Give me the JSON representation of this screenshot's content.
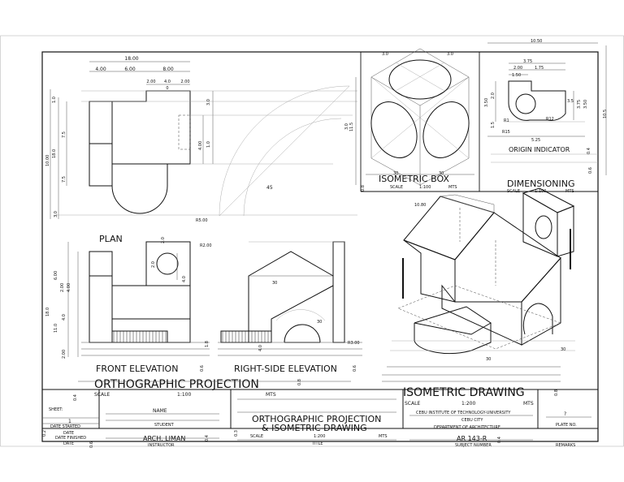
{
  "orthographic": {
    "labels": {
      "plan": "PLAN",
      "front": "FRONT ELEVATION",
      "side": "RIGHT-SIDE ELEVATION"
    },
    "title": "ORTHOGRAPHIC  PROJECTION",
    "scale_label": "SCALE",
    "scale_value": "1:100",
    "scale_unit": "MTS",
    "plan_dims": {
      "overall": "18.00",
      "w1": "4.00",
      "w2": "6.00",
      "w3": "8.00",
      "a": "2.00",
      "b": "4.0",
      "c": "2.00",
      "d": "0",
      "h1": "1.0",
      "h2": "7.5",
      "h3": "18.0",
      "h4": "7.5",
      "h5": "3.0",
      "h6": "4.00",
      "h7": "3.0",
      "h8": "1.0",
      "h9": "10.00",
      "h10": "3.0"
    },
    "radii": {
      "r5": "R5.00",
      "r2": "R2.00",
      "r3": "R3.00",
      "ang45": "45",
      "ang30a": "30",
      "ang30b": "30"
    },
    "front_dims": {
      "a": "6.00",
      "b": "2.00",
      "c": "4.00",
      "d": "18.0",
      "e": "4.0",
      "f": "11.0",
      "g": "2.00",
      "h": "2.0",
      "i": "2.0",
      "j": "4.0",
      "k": "4.0",
      "l": "1.8",
      "m": "0.6",
      "n": "0.8",
      "o": "0.6"
    }
  },
  "isometric_box": {
    "title": "ISOMETRIC BOX",
    "scale_label": "SCALE",
    "scale_value": "1:100",
    "scale_unit": "MTS",
    "dims": {
      "top_left": "3.0",
      "top_right": "3.0",
      "bot_left": "30",
      "bot_right": "30",
      "side": "11.5",
      "small": "0.8"
    }
  },
  "dimensioning": {
    "title": "DIMENSIONING",
    "subtitle": "ORIGIN INDICATOR",
    "scale_label": "SCALE",
    "scale_value": "1:100",
    "scale_unit": "MTS",
    "dims": {
      "overall": "10.50",
      "a": "3.75",
      "b": "2.00",
      "c": "1.75",
      "d": "1.50",
      "e": "3.50",
      "f": "2.0",
      "g": "1.5",
      "h": "R15",
      "i": "R1",
      "j": "5.25",
      "k": "3.75",
      "l": "3.50",
      "m": "3.5",
      "n": "10.5",
      "o": "0.4",
      "p": "0.6",
      "q": "R12"
    }
  },
  "isometric_drawing": {
    "title": "ISOMETRIC DRAWING",
    "scale_label": "SCALE",
    "scale_value": "1:200",
    "scale_unit": "MTS",
    "dims": {
      "a": "10.80",
      "b": "30",
      "c": "30"
    }
  },
  "title_block": {
    "sheet_label": "SHEET:",
    "sheet_value": "1",
    "sheet_of": "",
    "date_started": "DATE STARTED",
    "date_label": "DATE",
    "date_finished": "DATE FINISHED",
    "date_label2": "DATE",
    "name_label": "NAME",
    "student_label": "STUDENT",
    "instructor_name": "ARCH. LIMAN",
    "instructor_label": "INSTRUCTOR",
    "drawing_title_1": "ORTHOGRAPHIC PROJECTION",
    "drawing_title_2": "& ISOMETRIC DRAWING",
    "tb_scale_label": "SCALE",
    "tb_scale_value": "1:200",
    "tb_scale_unit": "MTS",
    "title_label": "TITLE",
    "school": "CEBU INSTITUTE OF TECHNOLOGY-UNIVERSITY",
    "city": "CEBU CITY",
    "department": "DEPARTMENT OF ARCHITECTURE",
    "subject_number": "AR 143-R",
    "subject_label": "SUBJECT NUMBER",
    "plate_value": "?",
    "plate_label": "PLATE NO.",
    "remarks_label": "REMARKS",
    "margin_marks": {
      "a": "0.4",
      "b": "0.6",
      "c": "0.2",
      "d": "0.4",
      "e": "0.3",
      "f": "0.4",
      "g": "0.8"
    }
  }
}
